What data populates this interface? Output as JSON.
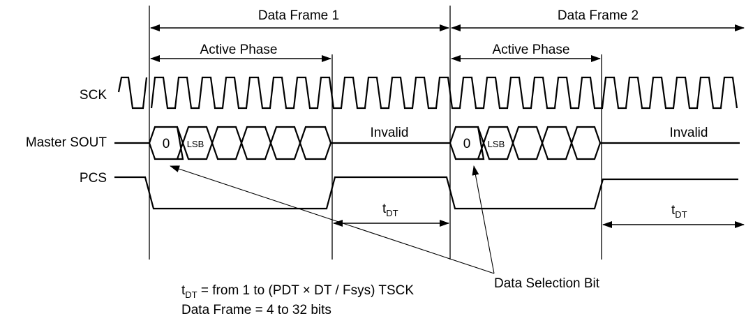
{
  "frames": [
    {
      "label": "Data Frame 1",
      "phase_label": "Active Phase",
      "invalid_label": "Invalid",
      "tdt_main": "t",
      "tdt_sub": "DT"
    },
    {
      "label": "Data Frame 2",
      "phase_label": "Active Phase",
      "invalid_label": "Invalid",
      "tdt_main": "t",
      "tdt_sub": "DT"
    }
  ],
  "signals": {
    "sck": "SCK",
    "sout": "Master SOUT",
    "pcs": "PCS"
  },
  "cells": {
    "first_bit": "0",
    "lsb": "LSB"
  },
  "annotations": {
    "data_selection_bit": "Data Selection Bit",
    "formula_main": "t",
    "formula_sub": "DT",
    "formula_rest": " = from 1 to (PDT × DT / Fsys) TSCK",
    "frame_size": "Data Frame = 4 to 32 bits"
  }
}
